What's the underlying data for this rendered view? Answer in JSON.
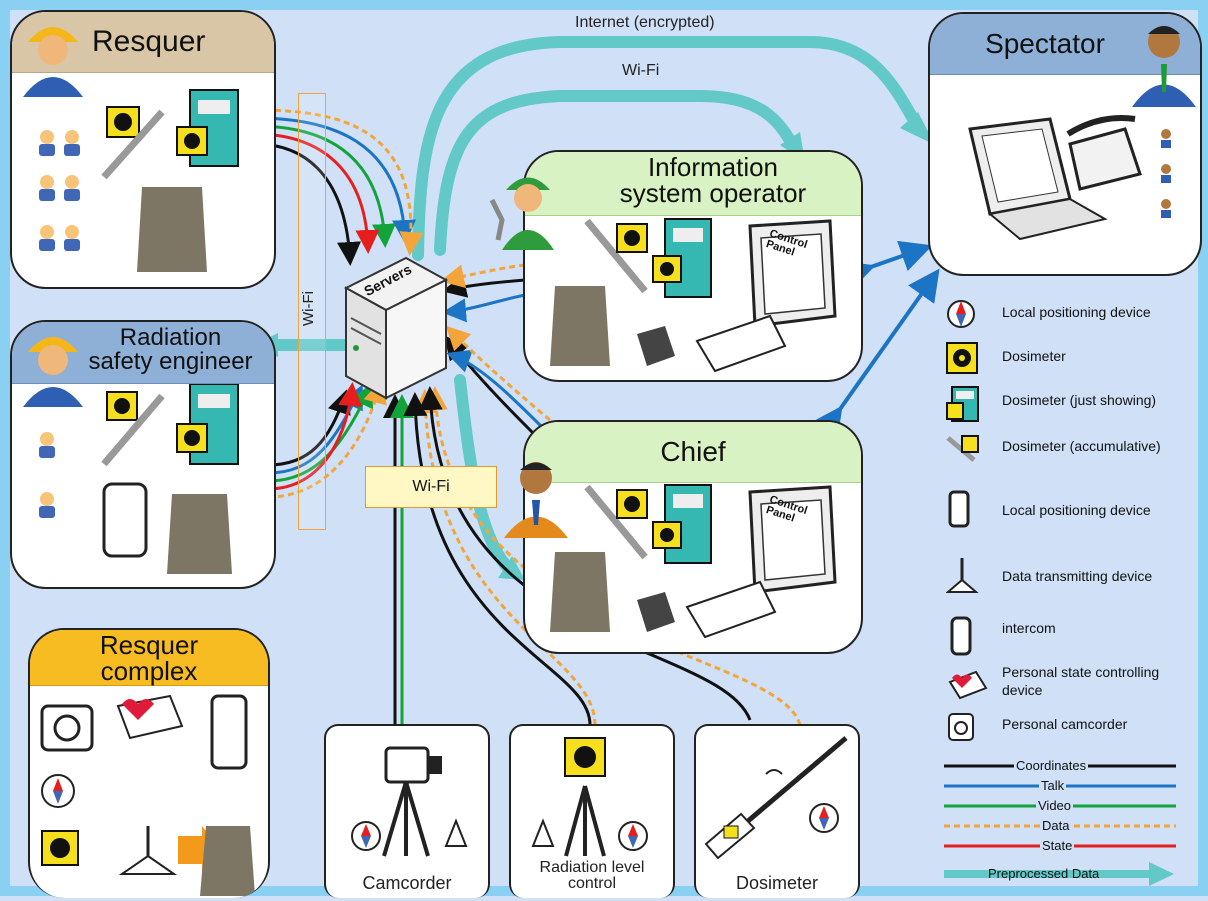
{
  "nodes": {
    "resquer": "Resquer",
    "radiation_engineer": [
      "Radiation",
      "safety engineer"
    ],
    "resquer_complex": [
      "Resquer",
      "complex"
    ],
    "info_operator": [
      "Information",
      "system operator"
    ],
    "chief": "Chief",
    "spectator": "Spectator",
    "servers": "Servers",
    "control_panel": [
      "Control",
      "Panel"
    ]
  },
  "sensors": {
    "camcorder": "Camcorder",
    "radiation_level": [
      "Radiation level",
      "control"
    ],
    "dosimeter": "Dosimeter"
  },
  "links": {
    "internet": "Internet (encrypted)",
    "wifi_top": "Wi-Fi",
    "wifi_vertical": "Wi-Fi",
    "wifi_box": "Wi-Fi"
  },
  "legend": [
    {
      "icon": "compass-icon",
      "label": "Local positioning device"
    },
    {
      "icon": "radiation-icon",
      "label": "Dosimeter"
    },
    {
      "icon": "dosimeter-display-icon",
      "label": "Dosimeter (just showing)"
    },
    {
      "icon": "dosimeter-pen-icon",
      "label": "Dosimeter (accumulative)"
    },
    {
      "icon": "tablet-icon",
      "label": "Local positioning device"
    },
    {
      "icon": "antenna-icon",
      "label": "Data transmitting device"
    },
    {
      "icon": "walkie-talkie-icon",
      "label": "intercom"
    },
    {
      "icon": "heart-device-icon",
      "label": [
        "Personal state controlling",
        "device"
      ]
    },
    {
      "icon": "camera-icon",
      "label": "Personal camcorder"
    }
  ],
  "line_legend": [
    {
      "label": "Coordinates",
      "color": "#111111"
    },
    {
      "label": "Talk",
      "color": "#1b74c4"
    },
    {
      "label": "Video",
      "color": "#12a33a"
    },
    {
      "label": "Data",
      "color": "#f3a53a"
    },
    {
      "label": "State",
      "color": "#e61e1e"
    },
    {
      "label": "Preprocessed Data",
      "color": "#63c8c8"
    }
  ],
  "colors": {
    "frame": "#8ad0f3",
    "background": "#cfe0f7",
    "resquer_header": "#d8c6a6",
    "engineer_header": "#8fb0d6",
    "complex_header": "#f6bc22",
    "green_header": "#d9f2c3",
    "spectator_header": "#8fb0d6"
  }
}
